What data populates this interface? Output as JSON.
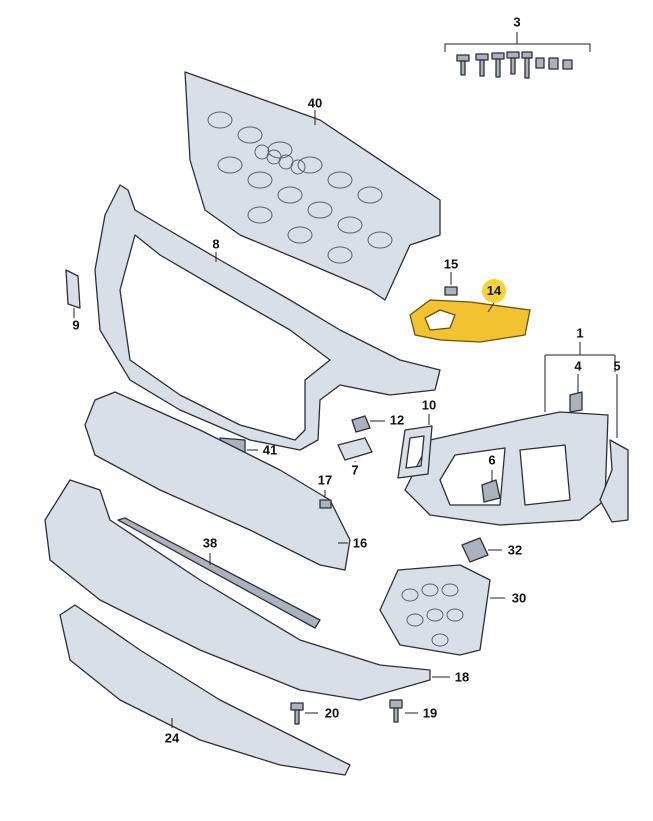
{
  "diagram": {
    "title": "Front bumper exploded parts diagram",
    "highlight_color": "#f7d234",
    "parts": {
      "p1": "1",
      "p3": "3",
      "p4": "4",
      "p5": "5",
      "p6": "6",
      "p7": "7",
      "p8": "8",
      "p9": "9",
      "p10": "10",
      "p12": "12",
      "p14": "14",
      "p15": "15",
      "p16": "16",
      "p17": "17",
      "p18": "18",
      "p19": "19",
      "p20": "20",
      "p24": "24",
      "p30": "30",
      "p32": "32",
      "p38": "38",
      "p40": "40",
      "p41": "41"
    },
    "highlighted_part": "14"
  }
}
